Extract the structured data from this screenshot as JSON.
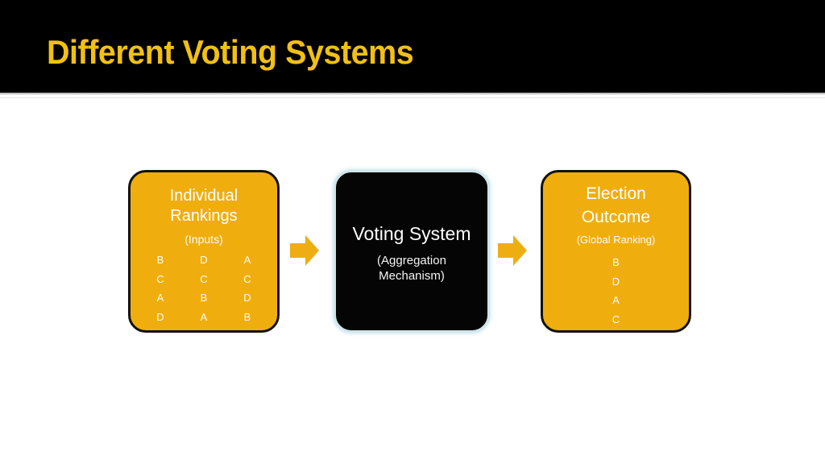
{
  "slide": {
    "title": "Different Voting Systems",
    "background_color": "#ffffff",
    "banner_color": "#000000",
    "title_color": "#f2c014",
    "accent_gold": "#efae0e",
    "arrow_color": "#eead12"
  },
  "diagram": {
    "type": "flow",
    "stages": [
      {
        "id": "inputs",
        "title_line1": "Individual",
        "title_line2": "Rankings",
        "subtitle": "(Inputs)",
        "style": "gold",
        "rankings": [
          [
            "B",
            "C",
            "A",
            "D"
          ],
          [
            "D",
            "C",
            "B",
            "A"
          ],
          [
            "A",
            "C",
            "D",
            "B"
          ]
        ]
      },
      {
        "id": "system",
        "title": "Voting System",
        "subtitle_line1": "(Aggregation",
        "subtitle_line2": "Mechanism)",
        "style": "black"
      },
      {
        "id": "outcome",
        "title_line1": "Election",
        "title_line2": "Outcome",
        "subtitle": "(Global Ranking)",
        "style": "gold",
        "ranking": [
          "B",
          "D",
          "A",
          "C"
        ]
      }
    ],
    "connectors": [
      {
        "id": "arrow-inputs-to-system",
        "icon": "arrow-right-icon"
      },
      {
        "id": "arrow-system-to-outcome",
        "icon": "arrow-right-icon"
      }
    ]
  }
}
